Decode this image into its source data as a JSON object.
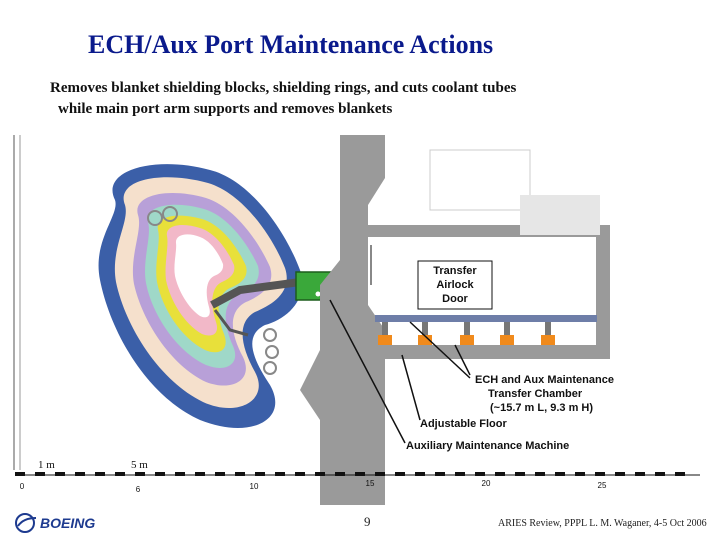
{
  "slide": {
    "title": "ECH/Aux Port Maintenance Actions",
    "subtitle_line1": "Removes blanket shielding blocks, shielding rings, and cuts coolant tubes",
    "subtitle_line2": "while main port arm supports and removes blankets"
  },
  "diagram": {
    "labels": {
      "transfer_airlock_1": "Transfer",
      "transfer_airlock_2": "Airlock",
      "transfer_airlock_3": "Door",
      "ech_1": "ECH and Aux Maintenance",
      "ech_2": "Transfer Chamber",
      "ech_3": "(~15.7 m L, 9.3 m H)",
      "adjustable_floor": "Adjustable Floor",
      "aux_machine": "Auxiliary Maintenance Machine"
    },
    "scale": {
      "one_m": "1 m",
      "five_m": "5 m",
      "ticks": [
        "0",
        "6",
        "10",
        "15",
        "20",
        "25"
      ]
    },
    "colors": {
      "wall": "#9a9a9a",
      "floor_orange": "#f08a1c",
      "machine_green": "#3aa83a",
      "label_box": "#ffffff"
    }
  },
  "footer": {
    "logo_text": "BOEING",
    "page_number": "9",
    "credit": "ARIES Review, PPPL   L. M. Waganer, 4-5 Oct 2006"
  }
}
